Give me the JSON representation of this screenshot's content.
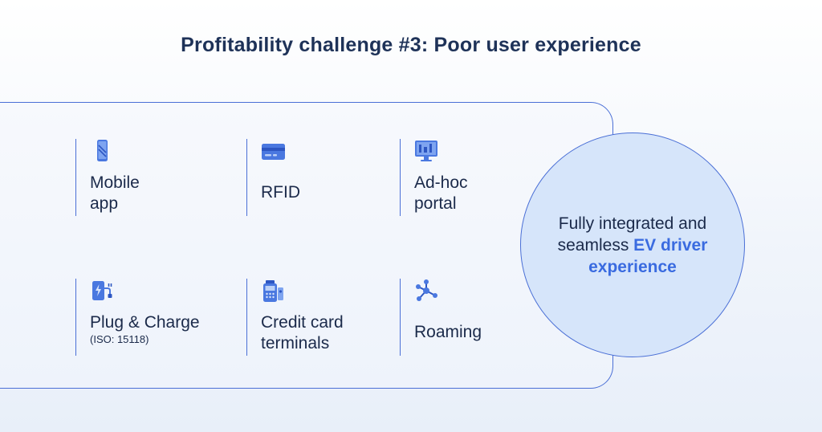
{
  "title": "Profitability challenge #3: Poor user experience",
  "items": [
    {
      "icon": "mobile-phone-icon",
      "line1": "Mobile",
      "line2": "app",
      "sub": ""
    },
    {
      "icon": "rfid-card-icon",
      "line1": "RFID",
      "line2": "",
      "sub": ""
    },
    {
      "icon": "web-portal-icon",
      "line1": "Ad-hoc",
      "line2": "portal",
      "sub": ""
    },
    {
      "icon": "charging-station-icon",
      "line1": "Plug & Charge",
      "line2": "",
      "sub": "(ISO: 15118)"
    },
    {
      "icon": "card-terminal-icon",
      "line1": "Credit card",
      "line2": "terminals",
      "sub": ""
    },
    {
      "icon": "network-nodes-icon",
      "line1": "Roaming",
      "line2": "",
      "sub": ""
    }
  ],
  "circle": {
    "text_plain": "Fully integrated and seamless ",
    "text_accent": "EV driver experience"
  },
  "colors": {
    "accent": "#3a6be0",
    "border": "#4a6fd6",
    "title": "#1e3258",
    "circle_fill": "#d6e5fa"
  }
}
